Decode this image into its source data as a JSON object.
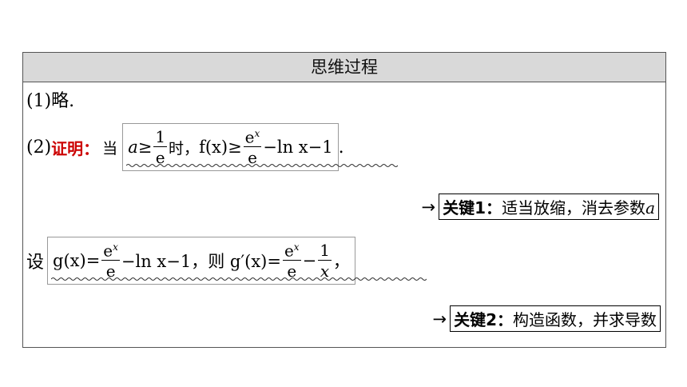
{
  "header": {
    "title": "思维过程"
  },
  "part1": {
    "text": "(1)略."
  },
  "part2": {
    "prefix": "(2)",
    "label": "证明：",
    "dang": "当",
    "a_ineq": "a≥",
    "one": "1",
    "e": "e",
    "shi": "时，",
    "fx": "f(x)≥",
    "ex_base": "e",
    "ex_sup": "x",
    "rest": "−ln x−1",
    "dot": "."
  },
  "key1": {
    "arrow": "→",
    "prefix": "关键1：",
    "text": "适当放缩，消去参数",
    "var": "a"
  },
  "line3": {
    "she": "设",
    "gx": "g(x)=",
    "ex_base": "e",
    "ex_sup": "x",
    "e": "e",
    "mid": "−ln x−1，则 g′(x)=",
    "minus": "−",
    "one": "1",
    "x": "x",
    "comma": "，"
  },
  "key2": {
    "arrow": "→",
    "prefix": "关键2：",
    "text": "构造函数，并求导数"
  }
}
